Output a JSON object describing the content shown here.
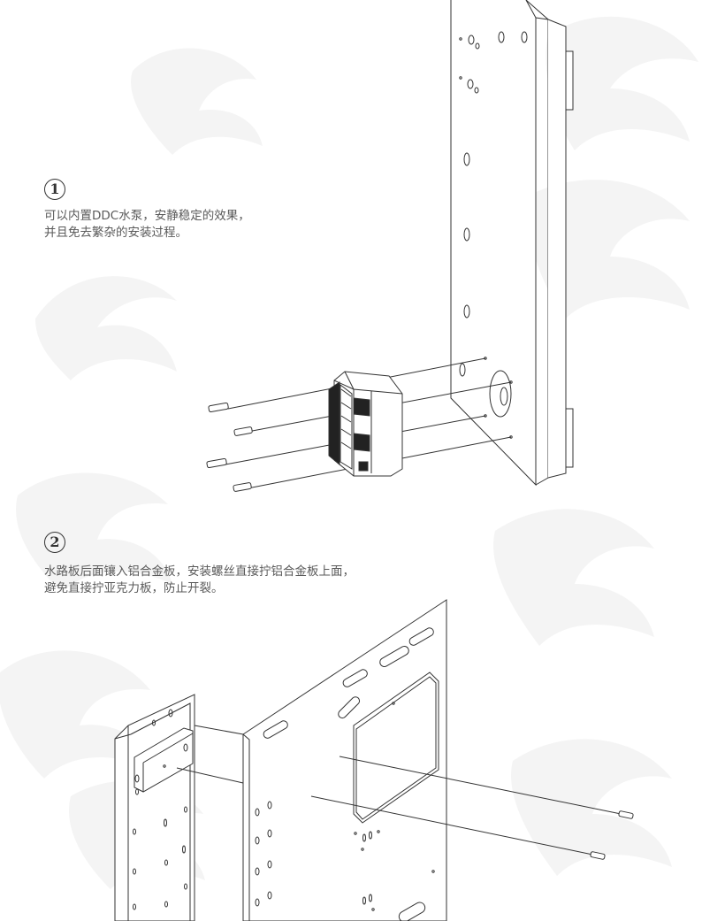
{
  "steps": [
    {
      "number": "1",
      "line1": "可以内置DDC水泵，安静稳定的效果，",
      "line2": "并且免去繁杂的安装过程。"
    },
    {
      "number": "2",
      "line1": "水路板后面镶入铝合金板，安装螺丝直接拧铝合金板上面，",
      "line2": "避免直接拧亚克力板，防止开裂。"
    }
  ],
  "colors": {
    "line": "#333333",
    "text": "#5a5a5a",
    "watermark": "#f3f3f3"
  }
}
